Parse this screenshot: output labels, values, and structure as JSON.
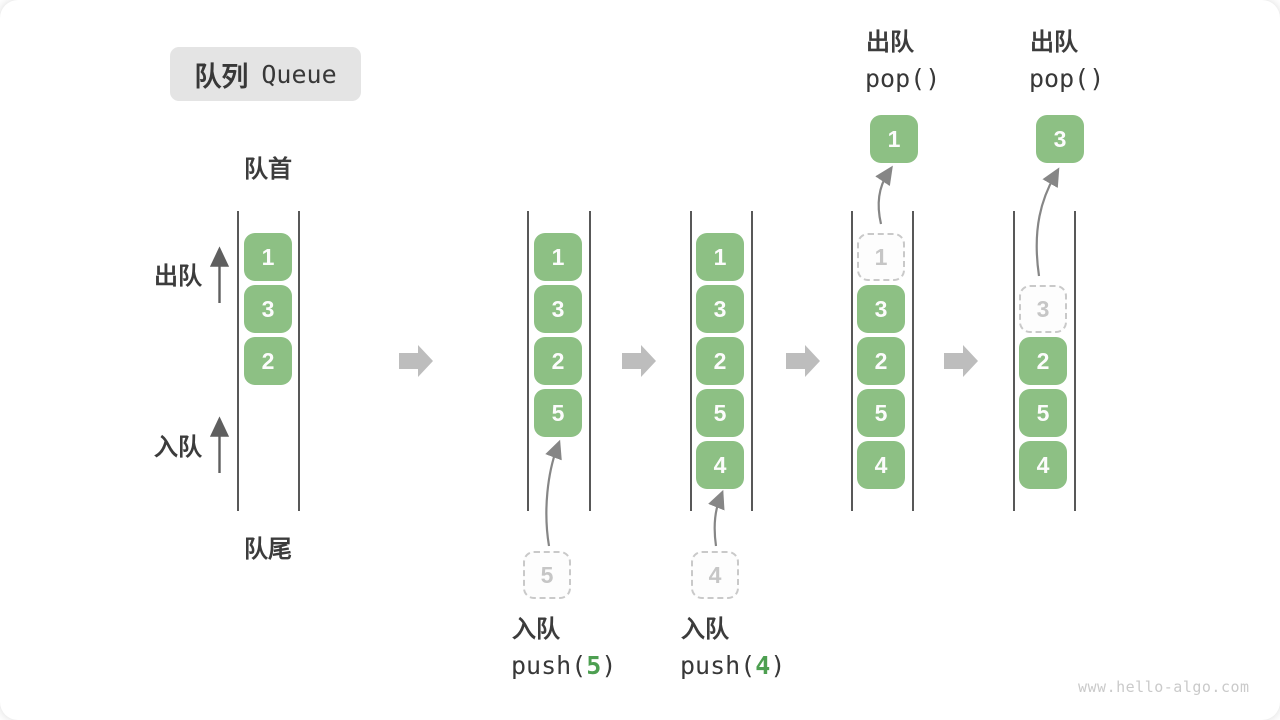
{
  "title": {
    "zh": "队列",
    "en": "Queue"
  },
  "labels": {
    "front": "队首",
    "rear": "队尾",
    "dequeue": "出队",
    "enqueue": "入队"
  },
  "ops": {
    "push5": {
      "label": "入队",
      "pre": "push(",
      "arg": "5",
      "post": ")"
    },
    "push4": {
      "label": "入队",
      "pre": "push(",
      "arg": "4",
      "post": ")"
    },
    "pop1": {
      "label": "出队",
      "code": "pop()"
    },
    "pop2": {
      "label": "出队",
      "code": "pop()"
    }
  },
  "states": [
    {
      "slots": [
        "1",
        "3",
        "2"
      ]
    },
    {
      "slots": [
        "1",
        "3",
        "2",
        "5"
      ],
      "pending": "5"
    },
    {
      "slots": [
        "1",
        "3",
        "2",
        "5",
        "4"
      ],
      "pending": "4"
    },
    {
      "slots": [
        "1",
        "3",
        "2",
        "5",
        "4"
      ],
      "popped": "1"
    },
    {
      "slots": [
        "3",
        "2",
        "5",
        "4"
      ],
      "popped": "3"
    }
  ],
  "icons": {
    "flow_arrow": "block-arrow-right",
    "up_arrow": "arrow-up",
    "curved_arrow": "curved-arrow"
  },
  "colors": {
    "box_green": "#8DC084",
    "code_green": "#4D9F51",
    "badge_gray": "#E4E4E4",
    "flow_arrow_gray": "#BDBDBD",
    "rail_gray": "#585858",
    "dashed_gray": "#C9C9C9",
    "text_dark": "#3C3C3C",
    "watermark_gray": "#CACACA"
  },
  "watermark": "www.hello-algo.com"
}
